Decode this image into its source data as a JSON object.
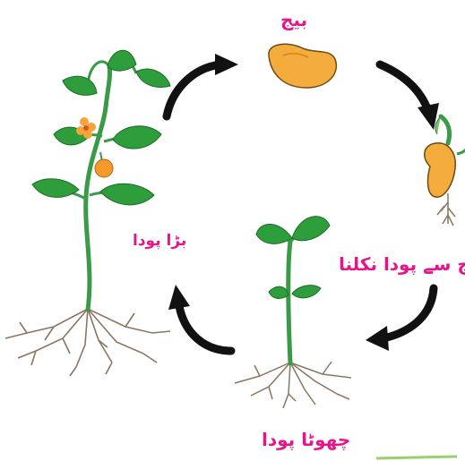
{
  "stages": {
    "seed": {
      "label": "بیج"
    },
    "germination": {
      "label": "بیج سے پودا نکلنا"
    },
    "small_plant": {
      "label": "چھوٹا پودا"
    },
    "big_plant": {
      "label": "بڑا پودا"
    }
  },
  "colors": {
    "label": "#e5168b",
    "leaf": "#2e9e3c",
    "stem": "#3a9a47",
    "seed": "#f4ad3d",
    "root": "#8a7560",
    "arrow": "#111111",
    "flower": "#f6a33a"
  }
}
